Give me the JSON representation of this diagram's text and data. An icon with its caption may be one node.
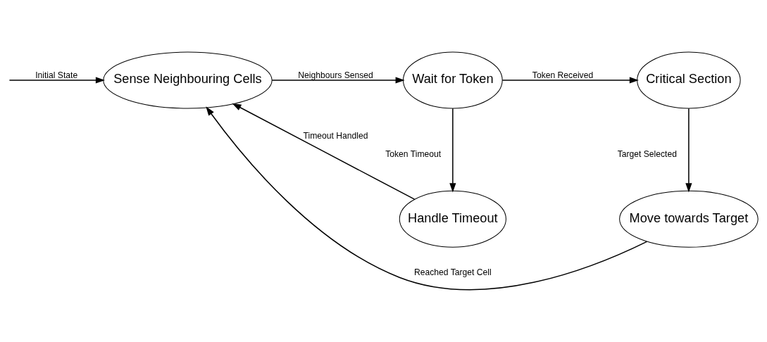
{
  "diagram": {
    "nodes": [
      {
        "text": [
          "Sense Neighbouring Cells"
        ]
      },
      {
        "text": [
          "Wait for Token"
        ]
      },
      {
        "text": [
          "Critical Section"
        ]
      },
      {
        "text": [
          "Handle Timeout"
        ]
      },
      {
        "text": [
          "Move towards Target"
        ]
      }
    ],
    "edges": [
      {
        "from": null,
        "to": 0,
        "arrow": "to",
        "label": "Initial State"
      },
      {
        "from": 0,
        "to": 1,
        "arrow": "to",
        "label": "Neighbours Sensed"
      },
      {
        "from": 1,
        "to": 2,
        "arrow": "to",
        "label": "Token Received"
      },
      {
        "from": 1,
        "to": 3,
        "arrow": "to",
        "label": "Token Timeout"
      },
      {
        "from": 2,
        "to": 4,
        "arrow": "to",
        "label": "Target Selected"
      },
      {
        "from": 3,
        "to": 0,
        "arrow": "to",
        "label": "Timeout Handled"
      },
      {
        "from": 4,
        "to": 0,
        "arrow": "to",
        "label": "Reached Target Cell"
      }
    ]
  }
}
